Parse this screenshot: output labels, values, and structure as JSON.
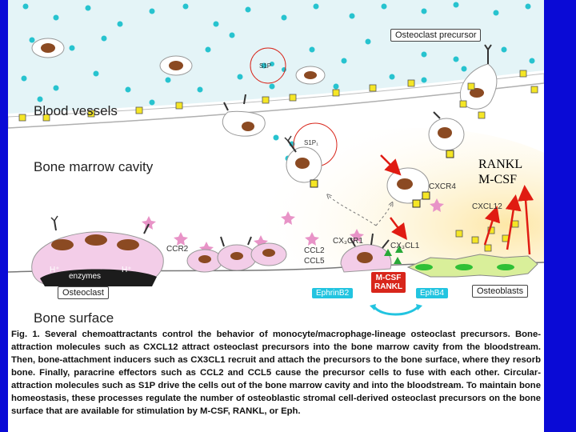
{
  "labels": {
    "osteoclast_precursor": "Osteoclast precursor",
    "s1p": "S1P",
    "blood_vessels": "Blood vessels",
    "s1p1": "S1P₁",
    "bone_marrow_cavity": "Bone marrow cavity",
    "cxcr4": "CXCR4",
    "cxcl12": "CXCL12",
    "ccr2": "CCR2",
    "cx3cr1": "CX₃CR1",
    "cx3cl1": "CX₃CL1",
    "ccl2": "CCL2",
    "ccl5": "CCL5",
    "hplus_left": "H⁺",
    "hplus_right": "H⁺",
    "enzymes": "enzymes",
    "osteoclast": "Osteoclast",
    "mcsf": "M-CSF",
    "rankl": "RANKL",
    "ephrinb2": "EphrinB2",
    "ephb4": "EphB4",
    "osteoblasts": "Osteoblasts",
    "bone_surface": "Bone surface"
  },
  "annotation": {
    "line1": "RANKL",
    "line2": "M-CSF"
  },
  "caption": "Fig. 1. Several chemoattractants control the behavior of monocyte/macrophage-lineage osteoclast precursors. Bone-attraction molecules such as CXCL12 attract osteoclast precursors into the bone marrow cavity from the bloodstream. Then, bone-attachment inducers such as CX3CL1 recruit and attach the precursors to the bone surface, where they resorb bone. Finally, paracrine effectors such as CCL2 and CCL5 cause the precursor cells to fuse with each other. Circular-attraction molecules such as S1P drive the cells out of the bone marrow cavity and into the bloodstream. To maintain bone homeostasis, these processes regulate the number of osteoblastic stromal cell-derived osteoclast precursors on the bone surface that are available for stimulation by M-CSF, RANKL, or Eph.",
  "colors": {
    "slide_background": "#0a0ad6",
    "blood": "#e4f4f7",
    "cyan_dot": "#27c3cf",
    "nucleus": "#8b4a22",
    "receptor_square": "#f5e625",
    "arrow_red": "#e01b12",
    "osteoclast_pink": "#f3cde8",
    "osteoblast_green": "#d9ef9a",
    "marrow_yellow": "#fdf2c4"
  }
}
